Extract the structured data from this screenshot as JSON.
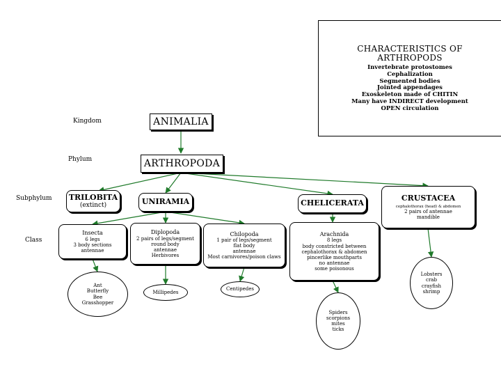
{
  "characteristics": {
    "title_lines": [
      "CHARACTERISTICS OF",
      "ARTHROPODS"
    ],
    "items": [
      "Invertebrate protostomes",
      "Cephalization",
      "Segmented bodies",
      "Jointed appendages",
      "Exoskeleton made of CHITIN",
      "Many have INDIRECT development",
      "OPEN circulation"
    ]
  },
  "rank_labels": {
    "kingdom": "Kingdom",
    "phylum": "Phylum",
    "subphylum": "Subphylum",
    "class": "Class"
  },
  "kingdom": {
    "name": "ANIMALIA"
  },
  "phylum": {
    "name": "ARTHROPODA"
  },
  "subphyla": {
    "trilobita": {
      "name": "TRILOBITA",
      "note": "(extinct)"
    },
    "uniramia": {
      "name": "UNIRAMIA"
    },
    "chelicerata": {
      "name": "CHELICERATA"
    },
    "crustacea": {
      "name": "CRUSTACEA",
      "lines": [
        "cephalothorax (head) & abdomen",
        "2 pairs of antennae",
        "mandible"
      ]
    }
  },
  "classes": {
    "insecta": {
      "name": "Insecta",
      "lines": [
        "6 legs",
        "3 body sections",
        "antennae"
      ]
    },
    "diplopoda": {
      "name": "Diplopoda",
      "lines": [
        "2 pairs of legs/segment",
        "round body",
        "antennae",
        "Herbivores"
      ]
    },
    "chilopoda": {
      "name": "Chilopoda",
      "lines": [
        "1 pair of legs/segment",
        "flat body",
        "antennae",
        "Most carnivores/poison claws"
      ]
    },
    "arachnida": {
      "name": "Arachnida",
      "lines": [
        "8 legs",
        "body constricted between",
        "cephalothorax & abdomen",
        "pincerlike mouthparts",
        "no antennae",
        "some poisonous"
      ]
    }
  },
  "examples": {
    "insecta": [
      "Ant",
      "Butterfly",
      "Bee",
      "Grasshopper"
    ],
    "diplopoda": [
      "Millipedes"
    ],
    "chilopoda": [
      "Centipedes"
    ],
    "arachnida": [
      "Spiders",
      "scorpions",
      "mites",
      "ticks"
    ],
    "crustacea": [
      "Lobsters",
      "crab",
      "crayfish",
      "shrimp"
    ]
  }
}
